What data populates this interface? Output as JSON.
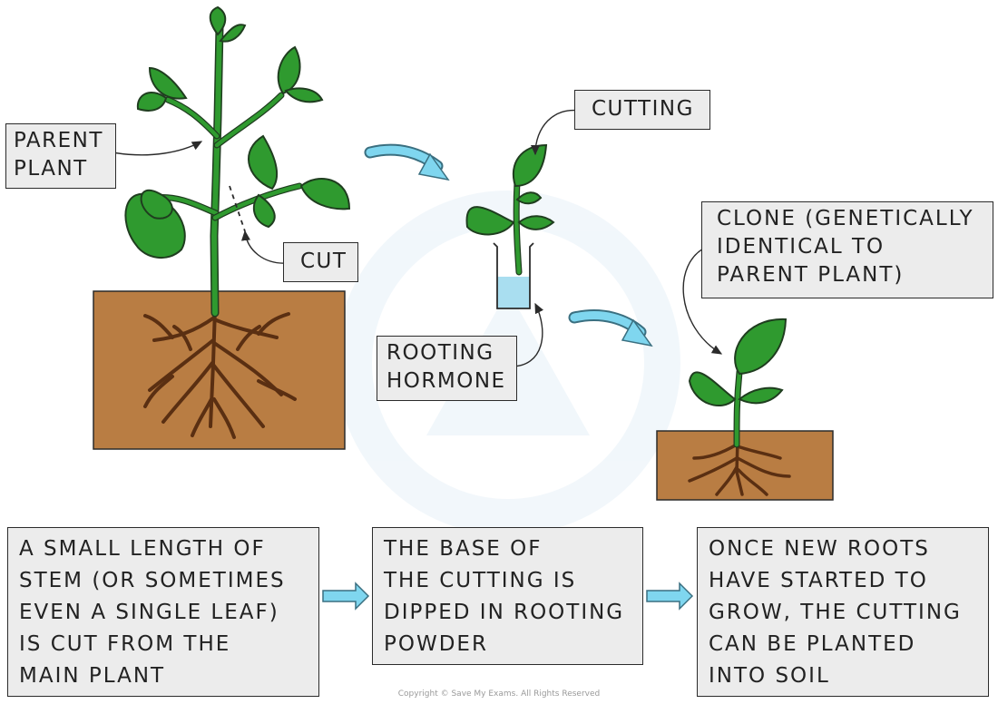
{
  "labels": {
    "parent_plant": [
      "PARENT",
      "PLANT"
    ],
    "cut": "CUT",
    "cutting": "CUTTING",
    "rooting_hormone": [
      "ROOTING",
      "HORMONE"
    ],
    "clone": [
      "CLONE (GENETICALLY",
      "IDENTICAL TO",
      "PARENT PLANT)"
    ]
  },
  "steps": [
    {
      "lines": [
        "A SMALL LENGTH OF",
        "STEM (OR SOMETIMES",
        "EVEN A SINGLE LEAF)",
        "IS CUT FROM THE",
        "MAIN PLANT"
      ]
    },
    {
      "lines": [
        "THE BASE OF",
        "THE CUTTING IS",
        "DIPPED IN ROOTING",
        "POWDER"
      ]
    },
    {
      "lines": [
        "ONCE NEW ROOTS",
        "HAVE STARTED TO",
        "GROW, THE CUTTING",
        "CAN BE PLANTED",
        "INTO SOIL"
      ]
    }
  ],
  "copyright": "Copyright © Save My Exams. All Rights Reserved",
  "colors": {
    "soil": "#b97d43",
    "leaf": "#2f9a2f",
    "leaf_outline": "#1f3d1f",
    "root": "#6b3a17",
    "arrow": "#7fd6ef",
    "label_bg": "#ececec",
    "water": "#a9def0"
  }
}
